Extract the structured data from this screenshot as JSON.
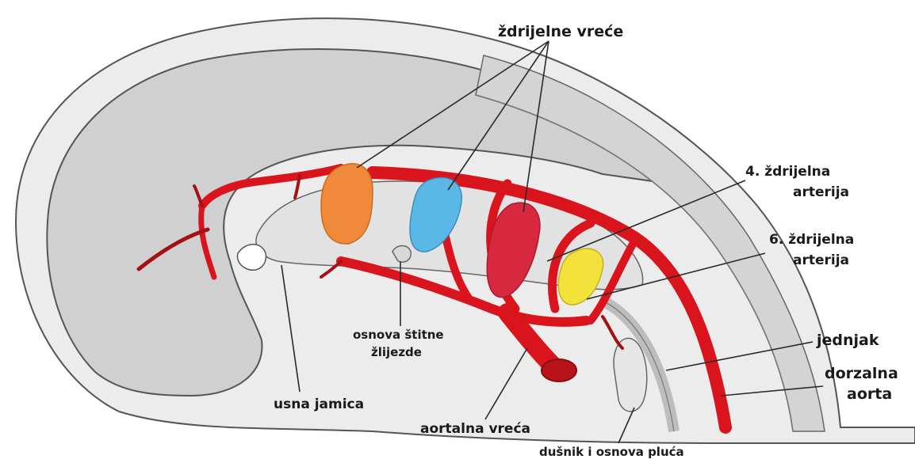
{
  "labels": {
    "pharyngeal_pouches": "ždrijelne vreće",
    "fourth_artery_line1": "4. ždrijelna",
    "fourth_artery_line2": "arterija",
    "sixth_artery_line1": "6. ždrijelna",
    "sixth_artery_line2": "arterija",
    "esophagus": "jednjak",
    "dorsal_aorta_line1": "dorzalna",
    "dorsal_aorta_line2": "aorta",
    "thyroid_line1": "osnova štitne",
    "thyroid_line2": "žlijezde",
    "stomodeum": "usna jamica",
    "aortic_sac": "aortalna vreća",
    "trachea_lung": "dušnik i osnova pluća"
  },
  "colors": {
    "artery_red": "#d9141c",
    "pouch_orange": "#f08a3a",
    "pouch_blue": "#5bb8e6",
    "pouch_red": "#d8283f",
    "pouch_yellow": "#f2e23a",
    "embryo_outer": "#ededed",
    "embryo_inner": "#cfcfcf",
    "outline": "#444444"
  }
}
